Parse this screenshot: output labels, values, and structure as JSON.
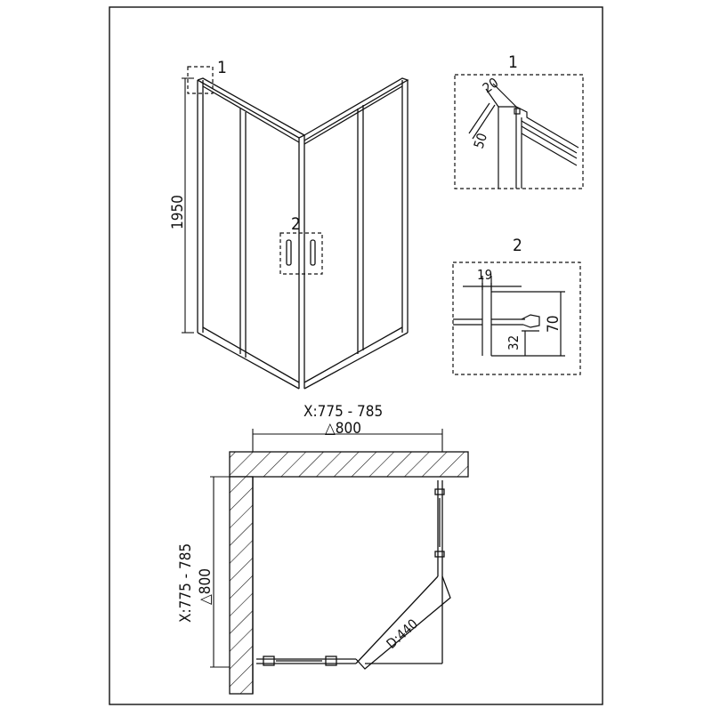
{
  "callouts": {
    "detail_1": "1",
    "detail_2": "2"
  },
  "front_view": {
    "height_dim": "1950"
  },
  "detail_1": {
    "dim_a": "20",
    "dim_b": "50"
  },
  "detail_2": {
    "dim_a": "19",
    "dim_b": "70",
    "dim_c": "32"
  },
  "plan_view": {
    "top_range": "X:775 - 785",
    "top_dim": "△800",
    "left_range": "X:775 - 785",
    "left_dim": "△800",
    "diag_dim": "D:440"
  },
  "colors": {
    "line": "#111111",
    "paper": "#ffffff"
  }
}
